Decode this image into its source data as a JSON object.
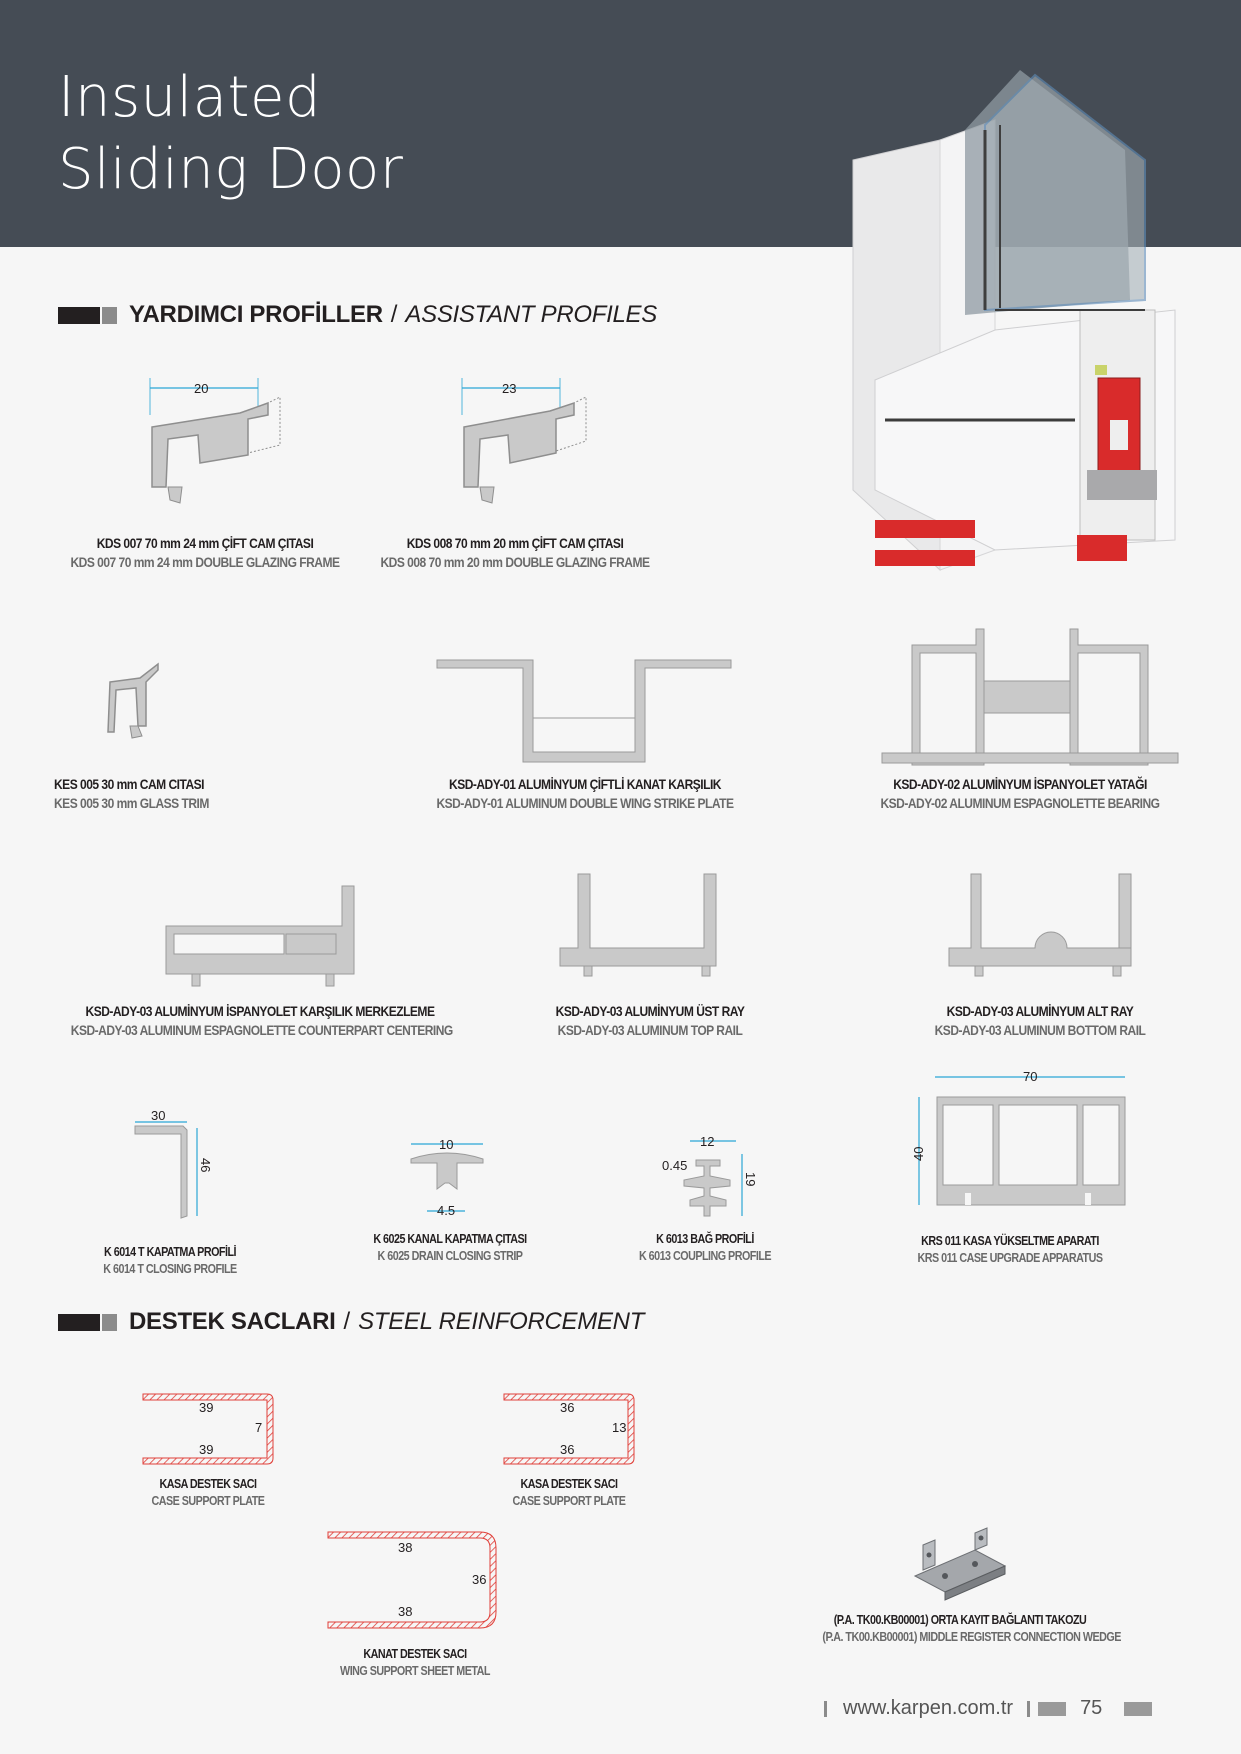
{
  "header": {
    "title_line1": "Insulated",
    "title_line2": "Sliding Door"
  },
  "sections": {
    "assistant": {
      "tr": "YARDIMCI PROFİLLER",
      "slash": "/",
      "en": "ASSISTANT PROFILES"
    },
    "steel": {
      "tr": "DESTEK SACLARI",
      "slash": "/",
      "en": "STEEL REINFORCEMENT"
    }
  },
  "profiles": [
    {
      "tr": "KDS 007 70 mm 24 mm ÇİFT CAM ÇITASI",
      "en": "KDS 007 70 mm 24 mm DOUBLE GLAZING FRAME",
      "dims": [
        "20"
      ]
    },
    {
      "tr": "KDS 008 70 mm 20 mm ÇİFT CAM ÇITASI",
      "en": "KDS 008 70 mm 20 mm DOUBLE GLAZING FRAME",
      "dims": [
        "23"
      ]
    },
    {
      "tr": "KES 005 30 mm CAM CITASI",
      "en": "KES 005 30 mm GLASS TRIM"
    },
    {
      "tr": "KSD-ADY-01 ALUMİNYUM ÇİFTLİ KANAT KARŞILIK",
      "en": "KSD-ADY-01 ALUMINUM DOUBLE WING STRIKE PLATE"
    },
    {
      "tr": "KSD-ADY-02 ALUMİNYUM İSPANYOLET YATAĞI",
      "en": "KSD-ADY-02 ALUMINUM ESPAGNOLETTE BEARING"
    },
    {
      "tr": "KSD-ADY-03 ALUMİNYUM İSPANYOLET KARŞILIK MERKEZLEME",
      "en": "KSD-ADY-03 ALUMINUM ESPAGNOLETTE COUNTERPART CENTERING"
    },
    {
      "tr": "KSD-ADY-03 ALUMİNYUM ÜST RAY",
      "en": "KSD-ADY-03 ALUMINUM TOP RAIL"
    },
    {
      "tr": "KSD-ADY-03 ALUMİNYUM ALT RAY",
      "en": "KSD-ADY-03 ALUMINUM BOTTOM RAIL"
    },
    {
      "tr": "K 6014 T KAPATMA PROFİLİ",
      "en": "K 6014 T CLOSING PROFILE",
      "dims": [
        "30",
        "46"
      ]
    },
    {
      "tr": "K 6025 KANAL KAPATMA ÇITASI",
      "en": "K 6025 DRAIN CLOSING STRIP",
      "dims": [
        "10",
        "4.5"
      ]
    },
    {
      "tr": "K 6013 BAĞ PROFİLİ",
      "en": "K 6013 COUPLING PROFILE",
      "dims": [
        "12",
        "0.45",
        "19"
      ]
    },
    {
      "tr": "KRS 011 KASA YÜKSELTME APARATI",
      "en": "KRS 011 CASE UPGRADE APPARATUS",
      "dims": [
        "70",
        "40"
      ]
    }
  ],
  "steel": [
    {
      "tr": "KASA DESTEK SACI",
      "en": "CASE SUPPORT PLATE",
      "dims": [
        "39",
        "7",
        "39"
      ]
    },
    {
      "tr": "KASA DESTEK SACI",
      "en": "CASE SUPPORT PLATE",
      "dims": [
        "36",
        "13",
        "36"
      ]
    },
    {
      "tr": "KANAT DESTEK SACI",
      "en": "WING SUPPORT SHEET METAL",
      "dims": [
        "38",
        "36",
        "38"
      ]
    },
    {
      "tr": "(P.A. TK00.KB00001) ORTA KAYIT BAĞLANTI TAKOZU",
      "en": "(P.A. TK00.KB00001) MIDDLE REGISTER CONNECTION WEDGE"
    }
  ],
  "footer": {
    "url": "www.karpen.com.tr",
    "page": "75"
  },
  "colors": {
    "banner": "#454c55",
    "profile_fill": "#c9c9c9",
    "dimension": "#2aa7d6",
    "steel_hatch": "#e0403a",
    "insulation": "#d92b2b"
  }
}
